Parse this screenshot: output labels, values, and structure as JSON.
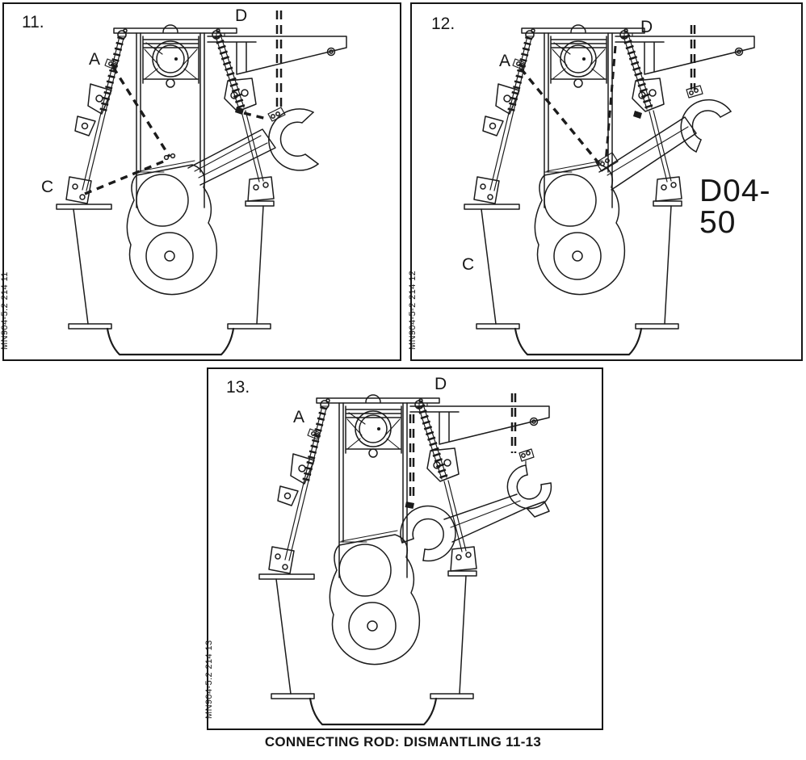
{
  "caption": "CONNECTING ROD: DISMANTLING 11-13",
  "colors": {
    "line": "#1b1b1b",
    "background": "#ffffff"
  },
  "panels": [
    {
      "number": "11.",
      "point_a": "A",
      "point_c": "C",
      "point_d": "D",
      "side_code": "MN904-5.2 214 11"
    },
    {
      "number": "12.",
      "point_a": "A",
      "point_c": "C",
      "point_d": "D",
      "tool_ref": "D04-50",
      "side_code": "MN904-5-2 214 12"
    },
    {
      "number": "13.",
      "point_a": "A",
      "point_d": "D",
      "side_code": "MN904-5.2 214 13"
    }
  ]
}
